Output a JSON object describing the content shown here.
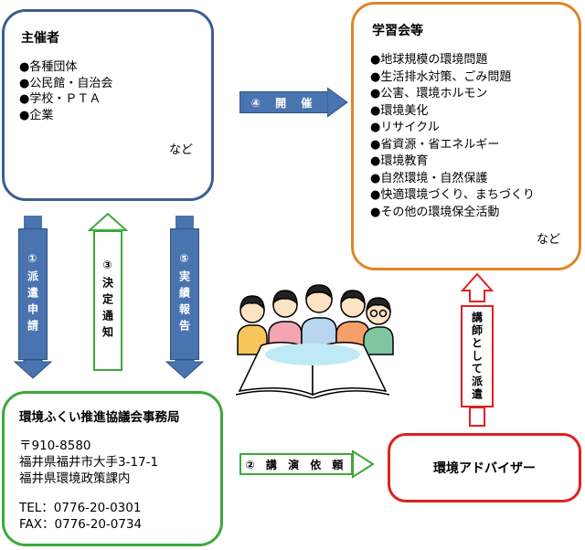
{
  "organizers": {
    "title": "主催者",
    "items": [
      "各種団体",
      "公民館・自治会",
      "学校・ＰＴＡ",
      "企業"
    ],
    "etc": "など"
  },
  "study_sessions": {
    "title": "学習会等",
    "items": [
      "地球規模の環境問題",
      "生活排水対策、ごみ問題",
      "公害、環境ホルモン",
      "環境美化",
      "リサイクル",
      "省資源・省エネルギー",
      "環境教育",
      "自然環境・自然保護",
      "快適環境づくり、まちづくり",
      "その他の環境保全活動"
    ],
    "etc": "など"
  },
  "office": {
    "title": "環境ふくい推進協議会事務局",
    "postal": "〒910-8580",
    "address": "福井県福井市大手3-17-1",
    "department": "福井県環境政策課内",
    "tel": "TEL：0776-20-0301",
    "fax": "FAX：0776-20-0734"
  },
  "advisor": {
    "label": "環境アドバイザー"
  },
  "arrows": {
    "step1": "①派遣申請",
    "step2": "② 講 演 依 頼",
    "step3": "③決定通知",
    "step4": "④ 開 催",
    "step5": "⑤実績報告",
    "dispatch": "講師として派遣"
  },
  "colors": {
    "blue": "#3a5f8f",
    "orange": "#e0852a",
    "green": "#3aaa3a",
    "red": "#e02020",
    "arrow_blue": "#4a74b0"
  }
}
